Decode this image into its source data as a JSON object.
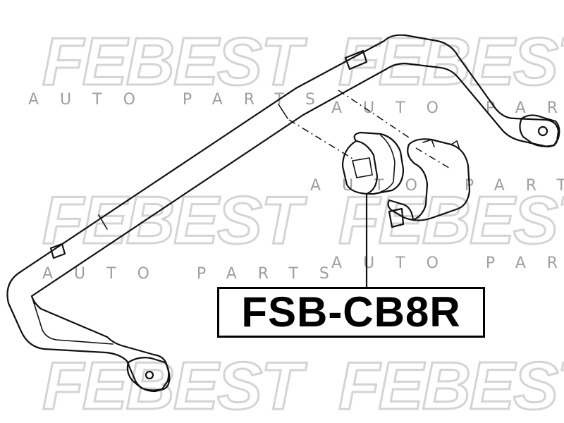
{
  "watermark": {
    "brand": "FEBEST",
    "subtitle": "AUTO PARTS"
  },
  "part_number": "FSB-CB8R",
  "colors": {
    "ink": "#111111",
    "watermark_outline": "#d2d2d2",
    "watermark_text": "#9a9a9a",
    "background": "#ffffff"
  }
}
